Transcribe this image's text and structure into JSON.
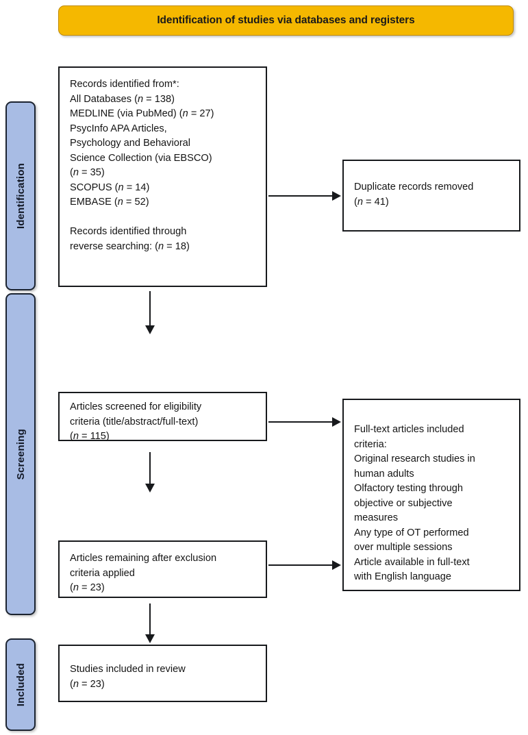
{
  "banner": {
    "title": "Identification of studies via databases and registers",
    "background_color": "#F5B800"
  },
  "stages": [
    {
      "id": "identification",
      "label": "Identification",
      "color": "#A8BCE4"
    },
    {
      "id": "screening",
      "label": "Screening",
      "color": "#A8BCE4"
    },
    {
      "id": "included",
      "label": "Included",
      "color": "#A8BCE4"
    }
  ],
  "boxes": {
    "identified": {
      "text": "Records identified from*:\nAll Databases (n = 138)\nMEDLINE (via PubMed) (n = 27)\nPsycInfo APA Articles,\nPsychology and Behavioral\nScience Collection (via EBSCO)\n(n = 35)\nSCOPUS (n = 14)\nEMBASE (n = 52)\n\nRecords identified through\nreverse searching: (n = 18)"
    },
    "duplicates": {
      "text": "Duplicate records removed\n(n = 41)"
    },
    "screened": {
      "text": "Articles screened for eligibility\ncriteria (title/abstract/full-text)\n(n = 115)"
    },
    "criteria": {
      "text": "Full-text articles included\ncriteria:\nOriginal research studies in\nhuman adults\nOlfactory testing through\nobjective or subjective\nmeasures\nAny type of OT performed\nover multiple sessions\nArticle available in full-text\nwith English language"
    },
    "remaining": {
      "text": "Articles remaining after exclusion\ncriteria applied\n(n = 23)"
    },
    "included": {
      "text": "Studies included in review\n(n = 23)"
    }
  },
  "chart_data": {
    "type": "diagram",
    "title": "Identification of studies via databases and registers",
    "flow": [
      {
        "stage": "Identification",
        "node": "Records identified from databases and registers",
        "n_total_sources": [
          {
            "source": "All Databases",
            "n": 138
          },
          {
            "source": "MEDLINE (via PubMed)",
            "n": 27
          },
          {
            "source": "PsycInfo APA Articles, Psychology and Behavioral Science Collection (via EBSCO)",
            "n": 35
          },
          {
            "source": "SCOPUS",
            "n": 14
          },
          {
            "source": "EMBASE",
            "n": 52
          },
          {
            "source": "Reverse searching",
            "n": 18
          }
        ]
      },
      {
        "stage": "Identification",
        "node": "Duplicate records removed",
        "n": 41
      },
      {
        "stage": "Screening",
        "node": "Articles screened for eligibility criteria (title/abstract/full-text)",
        "n": 115
      },
      {
        "stage": "Screening",
        "node": "Articles remaining after exclusion criteria applied",
        "n": 23
      },
      {
        "stage": "Included",
        "node": "Studies included in review",
        "n": 23
      }
    ]
  }
}
